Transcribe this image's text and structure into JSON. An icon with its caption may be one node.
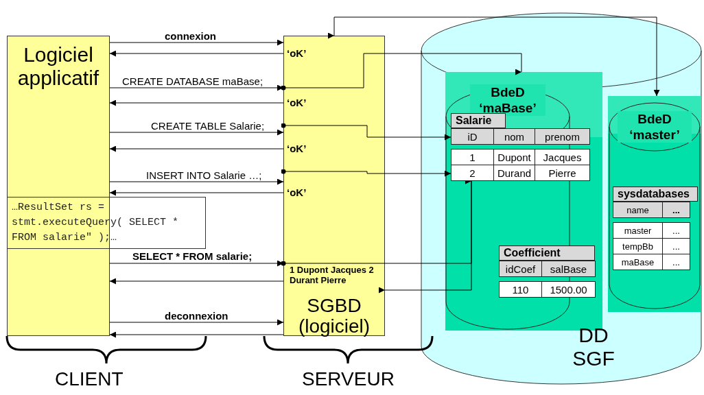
{
  "diagram": {
    "nodes": [
      {
        "text": [
          "Logiciel applicatif"
        ]
      },
      {
        "text": [
          "SGBD (logiciel)"
        ]
      },
      {
        "text": [
          "DD SGF"
        ]
      },
      {
        "text": [
          "BdeD ‘maBase’"
        ],
        "in": 2
      },
      {
        "text": [
          "Salarie",
          "iD",
          "nom",
          "prenom",
          "1",
          "Dupont",
          "Jacques",
          "2",
          "Durand",
          "Pierre"
        ],
        "in": 3
      },
      {
        "text": [
          "Coefficient",
          "idCoef",
          "salBase",
          "110",
          "1500.00"
        ],
        "in": 3
      },
      {
        "text": [
          "BdeD ‘master’"
        ],
        "in": 2
      },
      {
        "text": [
          "sysdatabases",
          "name",
          "...",
          "master",
          "...",
          "tempBb",
          "...",
          "maBase",
          "..."
        ],
        "in": 6
      },
      {
        "text": [
          "…ResultSet rs = stmt.executeQuery( SELECT * FROM salarie\" );…"
        ]
      }
    ],
    "edges": [
      {
        "from": 0,
        "to": 1,
        "arrow": "to",
        "label": "connexion"
      },
      {
        "from": 1,
        "to": 0,
        "arrow": "to",
        "label": "‘oK’"
      },
      {
        "from": 0,
        "to": 1,
        "arrow": "to",
        "label": "CREATE DATABASE maBase;"
      },
      {
        "from": 1,
        "to": 0,
        "arrow": "to",
        "label": "‘oK’"
      },
      {
        "from": 0,
        "to": 1,
        "arrow": "to",
        "label": "CREATE TABLE Salarie;"
      },
      {
        "from": 1,
        "to": 0,
        "arrow": "to",
        "label": "‘oK’"
      },
      {
        "from": 0,
        "to": 1,
        "arrow": "to",
        "label": "INSERT INTO Salarie …;"
      },
      {
        "from": 1,
        "to": 0,
        "arrow": "to",
        "label": "‘oK’"
      },
      {
        "from": 0,
        "to": 1,
        "arrow": "to",
        "label": "SELECT * FROM salarie;"
      },
      {
        "from": 1,
        "to": 0,
        "arrow": "to",
        "label": "1 Dupont Jacques 2 Durant Pierre"
      },
      {
        "from": 0,
        "to": 1,
        "arrow": "to",
        "label": "deconnexion"
      },
      {
        "from": 1,
        "to": 0,
        "arrow": "to"
      },
      {
        "from": 6,
        "to": 1,
        "arrow": "both"
      },
      {
        "from": 1,
        "to": 3,
        "arrow": "to"
      },
      {
        "from": 1,
        "to": 4,
        "arrow": "to"
      },
      {
        "from": 1,
        "to": 4,
        "arrow": "to"
      },
      {
        "from": 1,
        "to": 4,
        "arrow": "to"
      },
      {
        "from": 4,
        "to": 1,
        "arrow": "to"
      }
    ],
    "labels": [
      "CLIENT",
      "SERVEUR"
    ]
  }
}
